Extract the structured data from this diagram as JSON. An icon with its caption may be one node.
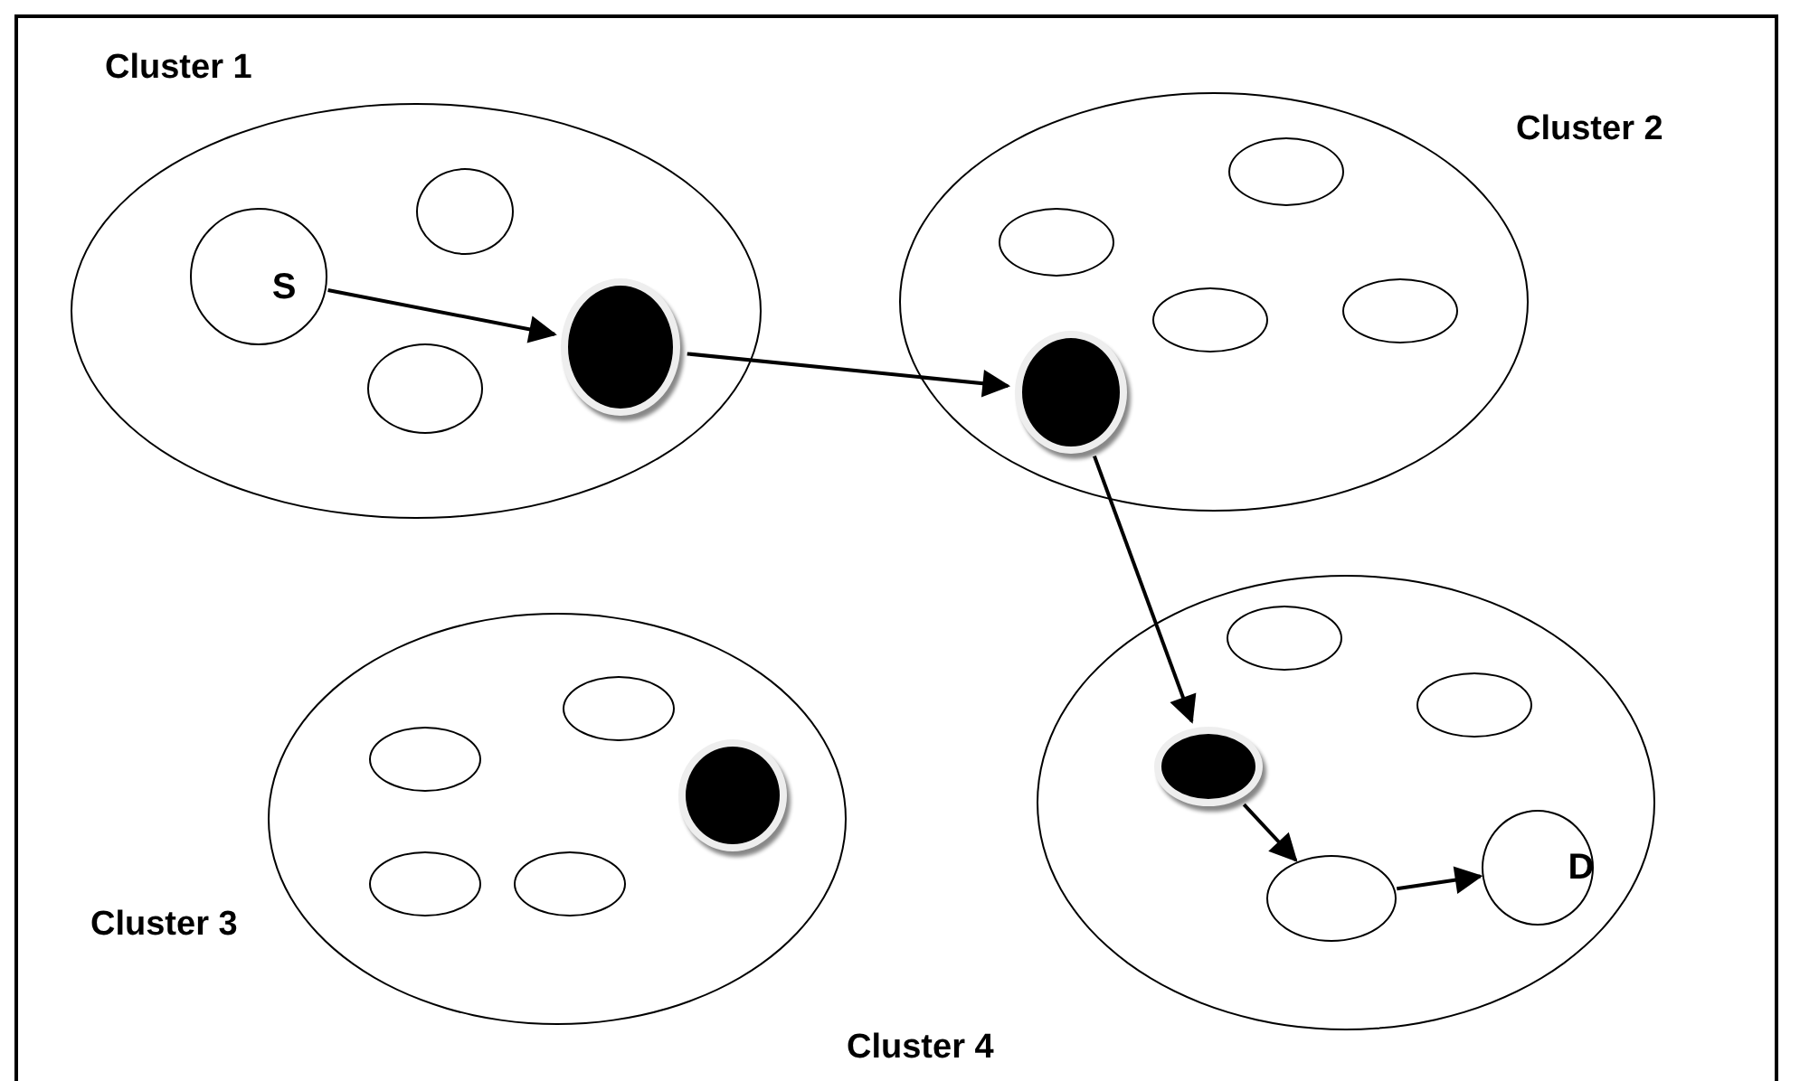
{
  "diagram": {
    "nodes": [
      {
        "text": [
          "Cluster 1"
        ]
      },
      {
        "text": [
          "S"
        ],
        "in": 0
      },
      {
        "text": [],
        "shape": "circle",
        "in": 0
      },
      {
        "text": [],
        "shape": "circle",
        "in": 0
      },
      {
        "text": [],
        "shape": "circle",
        "in": 0
      },
      {
        "text": [
          "Cluster 2"
        ]
      },
      {
        "text": [],
        "shape": "circle",
        "in": 5
      },
      {
        "text": [],
        "shape": "circle",
        "in": 5
      },
      {
        "text": [],
        "shape": "circle",
        "in": 5
      },
      {
        "text": [],
        "shape": "circle",
        "in": 5
      },
      {
        "text": [],
        "shape": "circle",
        "in": 5
      },
      {
        "text": [
          "Cluster 3"
        ]
      },
      {
        "text": [],
        "shape": "circle",
        "in": 11
      },
      {
        "text": [],
        "shape": "circle",
        "in": 11
      },
      {
        "text": [],
        "shape": "circle",
        "in": 11
      },
      {
        "text": [],
        "shape": "circle",
        "in": 11
      },
      {
        "text": [],
        "shape": "circle",
        "in": 11
      },
      {
        "text": [
          "Cluster 4"
        ]
      },
      {
        "text": [],
        "shape": "circle",
        "in": 17
      },
      {
        "text": [],
        "shape": "circle",
        "in": 17
      },
      {
        "text": [],
        "shape": "circle",
        "in": 17
      },
      {
        "text": [],
        "shape": "circle",
        "in": 17
      },
      {
        "text": [
          "D"
        ],
        "in": 17
      }
    ],
    "edges": [
      {
        "from": 1,
        "to": 4,
        "arrow": "to"
      },
      {
        "from": 4,
        "to": 10,
        "arrow": "to"
      },
      {
        "from": 10,
        "to": 20,
        "arrow": "to"
      },
      {
        "from": 20,
        "to": 21,
        "arrow": "to"
      },
      {
        "from": 21,
        "to": 22,
        "arrow": "to"
      }
    ]
  }
}
